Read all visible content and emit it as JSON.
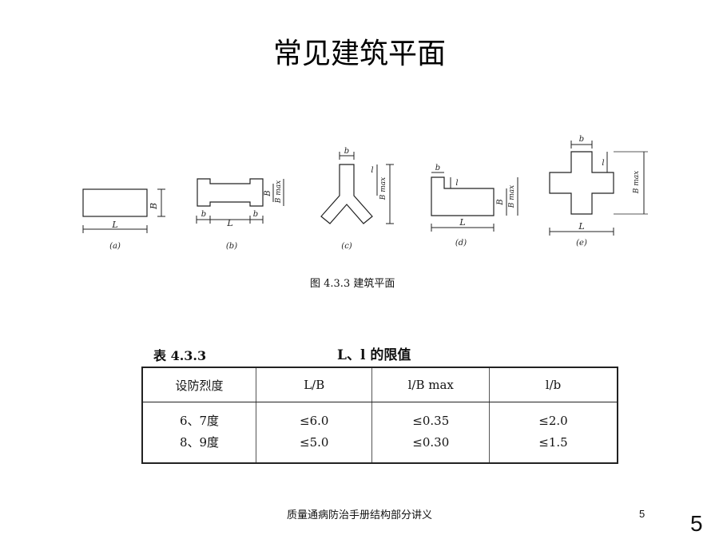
{
  "slide": {
    "title": "常见建筑平面",
    "slide_number": "5"
  },
  "figure": {
    "caption": "图 4.3.3   建筑平面",
    "panels": [
      {
        "label": "(a)",
        "dims": [
          "L",
          "B"
        ]
      },
      {
        "label": "(b)",
        "dims": [
          "b",
          "L",
          "b",
          "B",
          "B max"
        ]
      },
      {
        "label": "(c)",
        "dims": [
          "b",
          "l",
          "B max"
        ]
      },
      {
        "label": "(d)",
        "dims": [
          "b",
          "l",
          "L",
          "B",
          "B max"
        ]
      },
      {
        "label": "(e)",
        "dims": [
          "b",
          "l",
          "B max",
          "L"
        ]
      }
    ]
  },
  "table": {
    "label": "表 4.3.3",
    "title": "L、l 的限值",
    "headers": [
      "设防烈度",
      "L/B",
      "l/B max",
      "l/b"
    ],
    "rows": [
      [
        "6、7度",
        "≤6.0",
        "≤0.35",
        "≤2.0"
      ],
      [
        "8、9度",
        "≤5.0",
        "≤0.30",
        "≤1.5"
      ]
    ]
  },
  "footer": {
    "text": "质量通病防治手册结构部分讲义",
    "page": "5"
  }
}
